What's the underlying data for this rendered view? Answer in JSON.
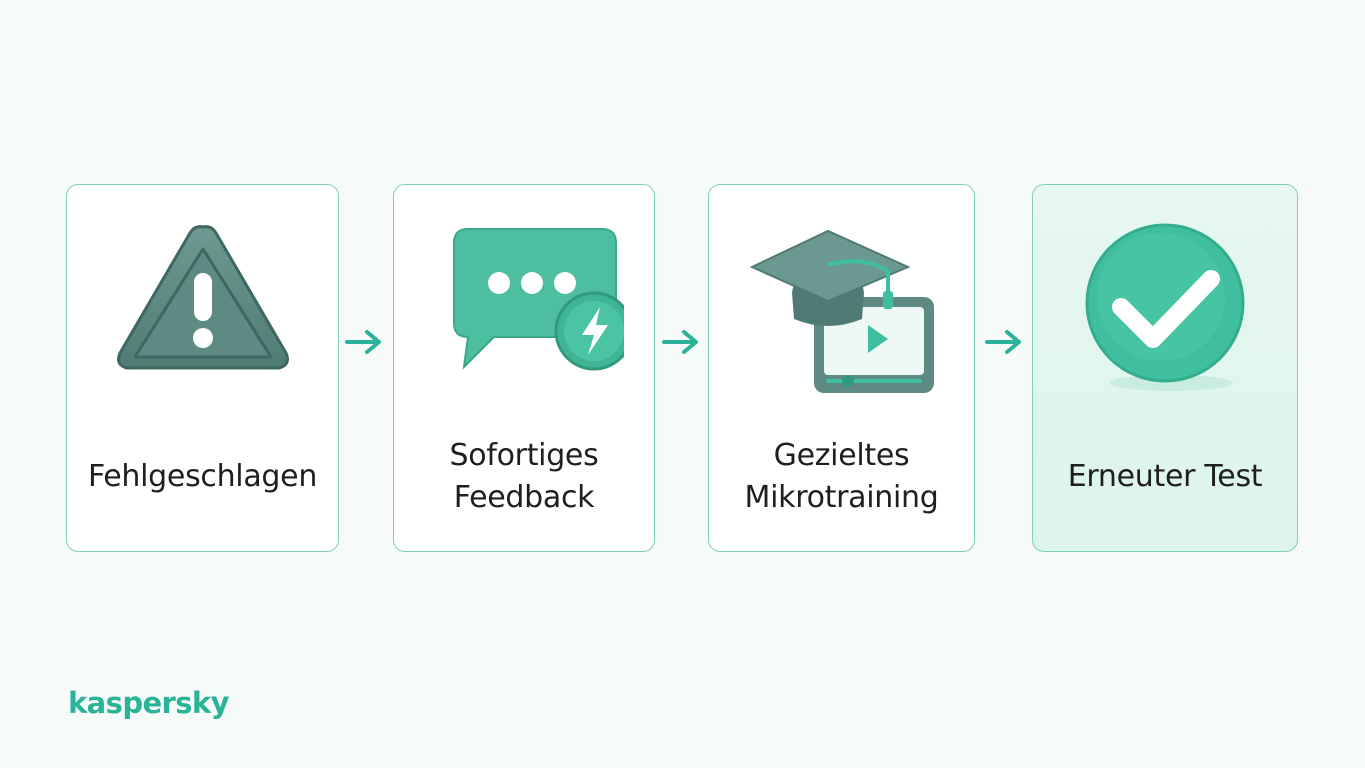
{
  "steps": [
    {
      "label": "Fehlgeschlagen",
      "icon": "warning-triangle-icon"
    },
    {
      "label": "Sofortiges\nFeedback",
      "icon": "chat-bubble-lightning-icon"
    },
    {
      "label": "Gezieltes\nMikrotraining",
      "icon": "graduation-cap-video-icon"
    },
    {
      "label": "Erneuter Test",
      "icon": "check-circle-icon"
    }
  ],
  "connectors": [
    "arrow-right-icon",
    "arrow-right-icon",
    "arrow-right-icon"
  ],
  "brand": {
    "logo_text": "kaspersky"
  },
  "colors": {
    "accent": "#2bb39a",
    "teal_dark": "#5a8a82",
    "teal_mid": "#3fbf9f",
    "card_border": "#7fcfbd",
    "highlight_bg": "#e3f6ef"
  }
}
